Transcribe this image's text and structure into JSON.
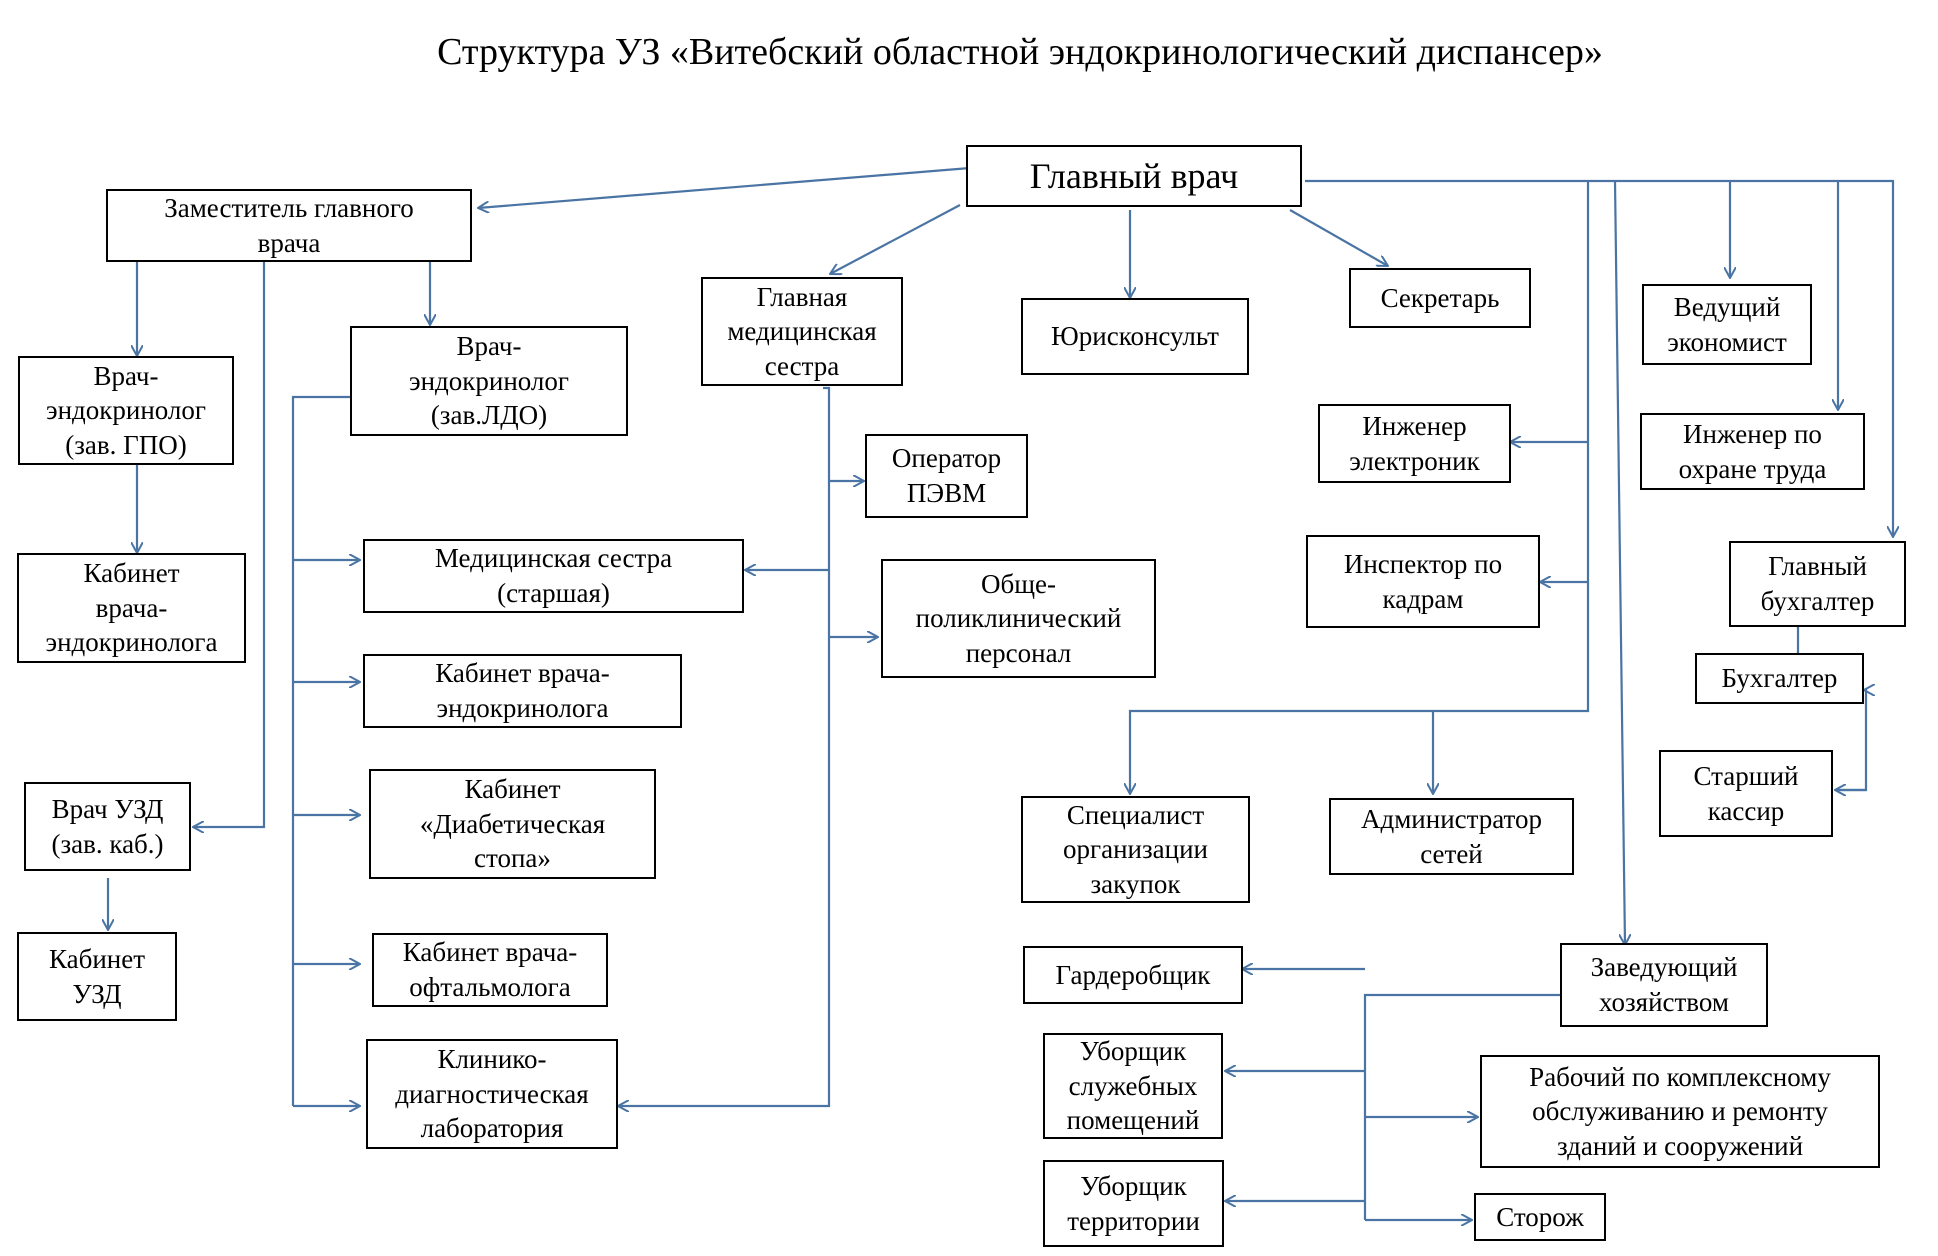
{
  "title": "Структура УЗ «Витебский областной эндокринологический диспансер»",
  "colors": {
    "link": "#4a74a3",
    "box_border": "#000000"
  },
  "nodes": {
    "chief": "Главный врач",
    "deputy": "Заместитель главного\nврача",
    "endo_gpo": "Врач-\nэндокринолог\n(зав. ГПО)",
    "cab_endo_gpo": "Кабинет\nврача-\nэндокринолога",
    "uzd_doc": "Врач УЗД\n(зав. каб.)",
    "cab_uzd": "Кабинет\nУЗД",
    "endo_ldo": "Врач-\nэндокринолог\n(зав.ЛДО)",
    "nurse_sr": "Медицинская сестра\n(старшая)",
    "cab_endo_ldo": "Кабинет врача-\nэндокринолога",
    "cab_foot": "Кабинет\n«Диабетическая\nстопа»",
    "cab_ophth": "Кабинет врача-\nофтальмолога",
    "lab": "Клинико-\nдиагностическая\nлаборатория",
    "head_nurse": "Главная\nмедицинская\nсестра",
    "operator": "Оператор\nПЭВМ",
    "general_staff": "Обще-\nполиклинический\nперсонал",
    "lawyer": "Юрисконсульт",
    "secretary": "Секретарь",
    "engineer_el": "Инженер\nэлектроник",
    "hr": "Инспектор по\nкадрам",
    "procurement": "Специалист\nорганизации\nзакупок",
    "netadmin": "Администратор\nсетей",
    "economist": "Ведущий\nэкономист",
    "safety": "Инженер по\nохране труда",
    "chief_acc": "Главный\nбухгалтер",
    "accountant": "Бухгалтер",
    "cashier": "Старший\nкассир",
    "household": "Заведующий\nхозяйством",
    "cloakroom": "Гардеробщик",
    "cleaner_office": "Уборщик\nслужебных\nпомещений",
    "cleaner_yard": "Уборщик\nтерритории",
    "repair_worker": "Рабочий по комплексному\nобслуживанию и ремонту\nзданий и сооружений",
    "watchman": "Сторож"
  }
}
